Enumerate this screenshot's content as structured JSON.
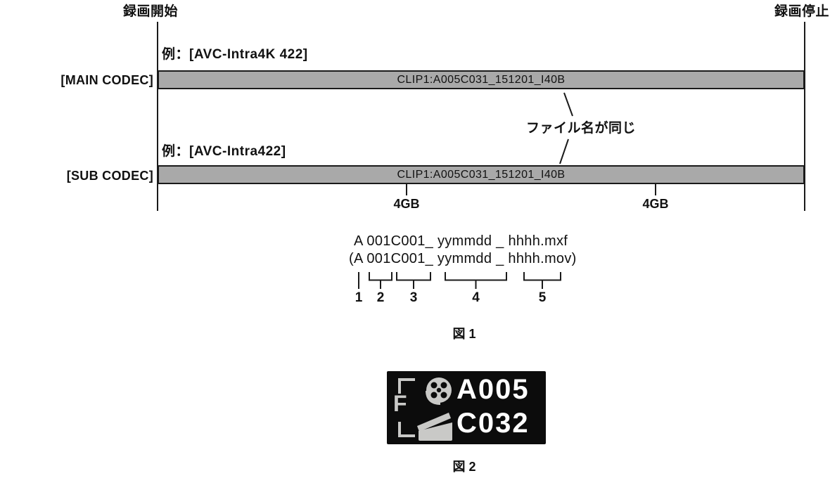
{
  "figure1": {
    "rec_start": "録画開始",
    "rec_stop": "録画停止",
    "main": {
      "codec": "[MAIN CODEC]",
      "example": "例：[AVC-Intra4K 422]",
      "clip": "CLIP1:A005C031_151201_I40B"
    },
    "sub": {
      "codec": "[SUB CODEC]",
      "example": "例：[AVC-Intra422]",
      "clip": "CLIP1:A005C031_151201_I40B"
    },
    "note": "ファイル名が同じ",
    "gb_markers": [
      "4GB",
      "4GB"
    ],
    "filename_mxf": "A 001C001_ yymmdd _ hhhh.mxf",
    "filename_mov": "(A 001C001_ yymmdd _ hhhh.mov)",
    "numbers": [
      "1",
      "2",
      "3",
      "4",
      "5"
    ],
    "caption": "図 1"
  },
  "figure2": {
    "frame_letter": "F",
    "reel_value": "A005",
    "clap_value": "C032",
    "caption": "図 2"
  },
  "colors": {
    "bar_fill": "#a9a9a9",
    "line": "#1a1a1a",
    "display_bg": "#0c0c0c",
    "display_icon": "#c9c9c7",
    "display_text": "#ffffff"
  }
}
